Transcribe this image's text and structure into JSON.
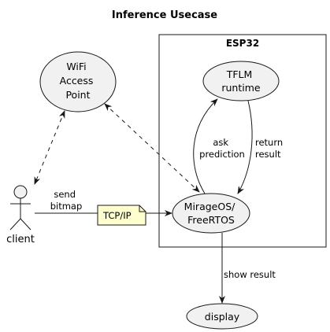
{
  "diagram": {
    "title": "Inference Usecase",
    "boundary": {
      "label": "ESP32"
    },
    "nodes": {
      "wifi": [
        "WiFi",
        "Access",
        "Point"
      ],
      "tflm": [
        "TFLM",
        "runtime"
      ],
      "mirage": [
        "MirageOS/",
        "FreeRTOS"
      ],
      "display": [
        "display"
      ]
    },
    "actor": {
      "label": "client"
    },
    "note": {
      "label": "TCP/IP"
    },
    "edges": {
      "client_to_mirage": [
        "send",
        "bitmap"
      ],
      "mirage_to_tflm": [
        "ask",
        "prediction"
      ],
      "tflm_to_mirage": [
        "return",
        "result"
      ],
      "mirage_to_display": [
        "show result"
      ]
    },
    "colors": {
      "node_fill": "#f1f1f1",
      "note_fill": "#fefece",
      "stroke": "#181818"
    }
  }
}
